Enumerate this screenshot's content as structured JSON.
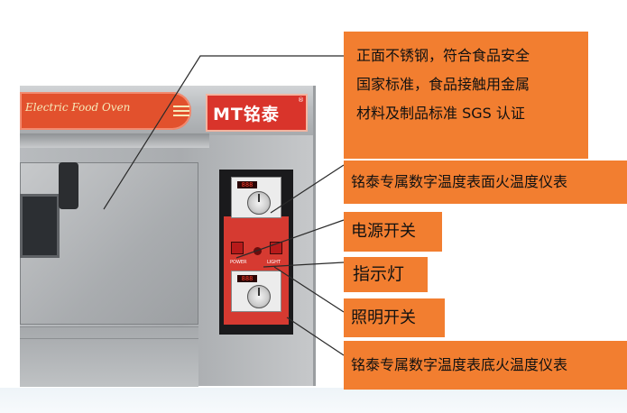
{
  "oven": {
    "banner_text": "Electric Food Oven",
    "logo_text": "MT铭泰",
    "logo_reg": "®",
    "upper_display": "888",
    "lower_display": "888",
    "panel_label_left": "POWER",
    "panel_label_right": "LIGHT"
  },
  "callouts": {
    "stainless": {
      "line1": "正面不锈钢，符合食品安全",
      "line2": "国家标准，食品接触用金属",
      "line3": "材料及制品标准 SGS 认证"
    },
    "top_thermometer": "铭泰专属数字温度表面火温度仪表",
    "power_switch": "电源开关",
    "indicator": "指示灯",
    "light_switch": "照明开关",
    "bottom_thermometer": "铭泰专属数字温度表底火温度仪表"
  },
  "colors": {
    "callout_bg": "#f27e30",
    "banner_red": "#e2512d",
    "logo_red": "#d9342b",
    "leader_line": "#2a2a2a"
  }
}
